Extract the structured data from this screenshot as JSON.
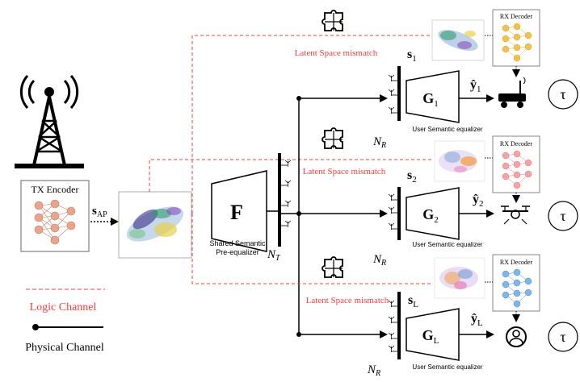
{
  "blocks": {
    "tx_encoder": "TX Encoder",
    "shared_block": "F",
    "shared_caption_1": "Shared Semantic",
    "shared_caption_2": "Pre-equalizer",
    "user_eq_caption": "User Semantic equalizer",
    "rx_decoder": "RX Decoder"
  },
  "symbols": {
    "s_ap": "s",
    "s_ap_sub": "AP",
    "n_t": "N",
    "n_t_sub": "T",
    "n_r": "N",
    "n_r_sub": "R",
    "tau": "τ"
  },
  "branches": [
    {
      "s": "s",
      "s_sub": "1",
      "g": "G",
      "g_sub": "1",
      "y": "ŷ",
      "y_sub": "1",
      "mismatch": "Latent Space mismatch",
      "device": "robot-icon"
    },
    {
      "s": "s",
      "s_sub": "2",
      "g": "G",
      "g_sub": "2",
      "y": "ŷ",
      "y_sub": "2",
      "mismatch": "Latent Space mismatch",
      "device": "drone-icon"
    },
    {
      "s": "s",
      "s_sub": "L",
      "g": "G",
      "g_sub": "L",
      "y": "ŷ",
      "y_sub": "L",
      "mismatch": "Latent Space mismatch",
      "device": "user-icon"
    }
  ],
  "legend": {
    "logic_channel": "Logic Channel",
    "physical_channel": "Physical Channel"
  },
  "colors": {
    "logic": "#ff3b3b",
    "physical": "#000000",
    "encoder_nodes": "#e8a48c",
    "decoder1_nodes": "#f2c14e",
    "decoder2_nodes": "#f4a3a8",
    "decoderL_nodes": "#7fb6e8"
  }
}
